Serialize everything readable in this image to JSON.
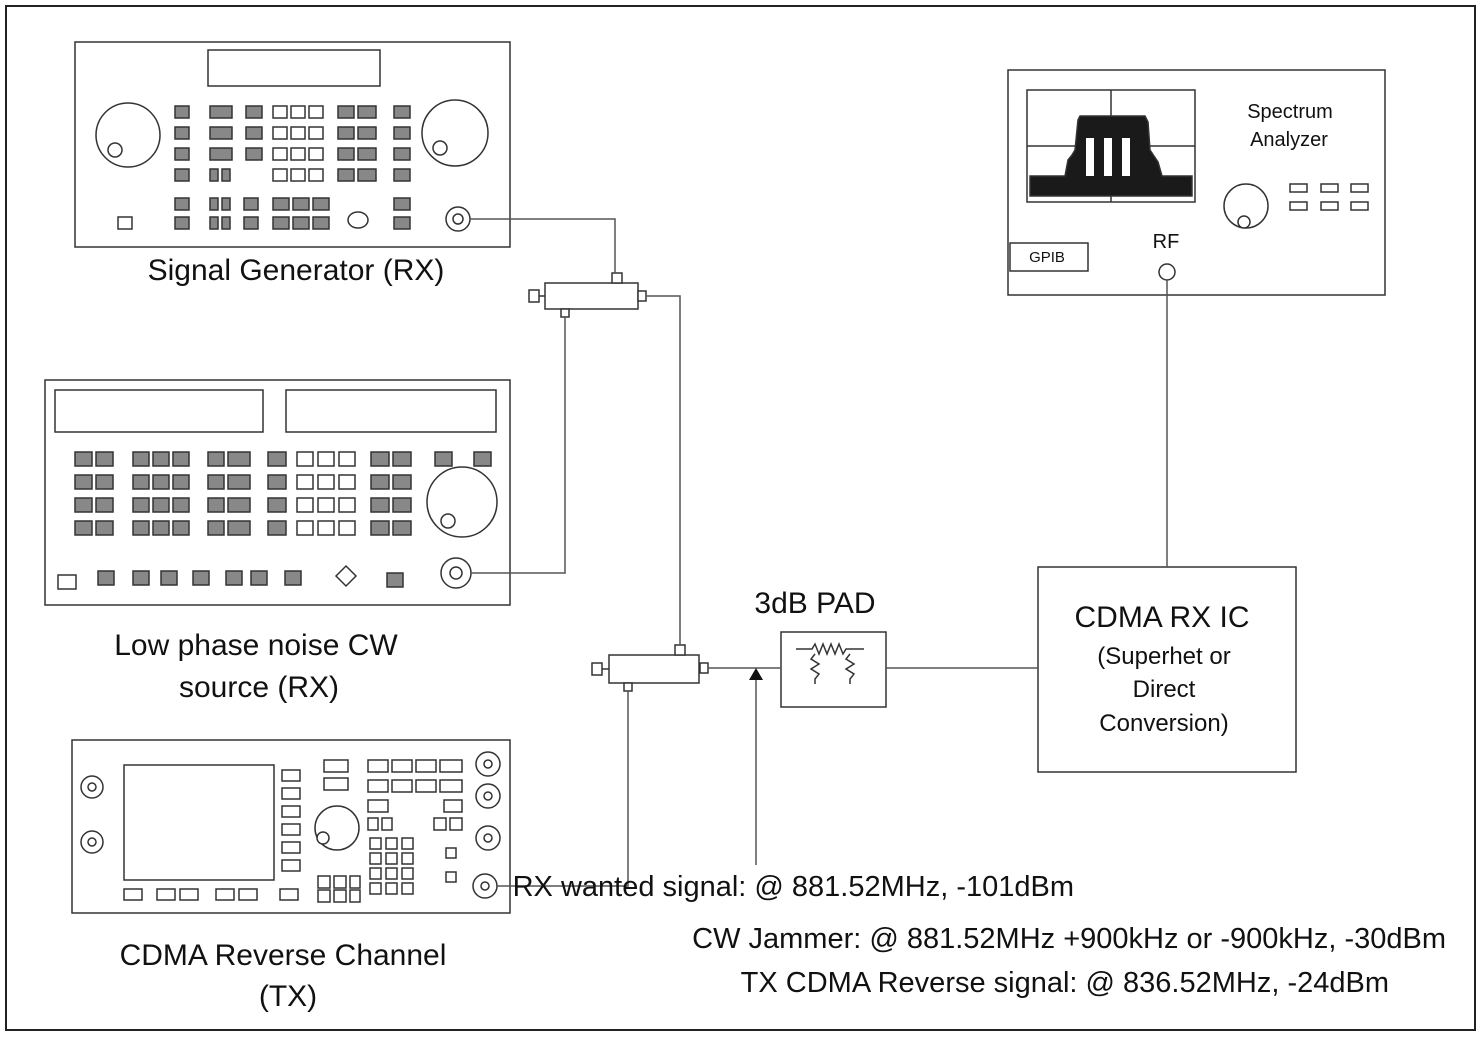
{
  "instruments": {
    "signal_generator": {
      "label": "Signal Generator (RX)"
    },
    "cw_source": {
      "label_line1": "Low phase noise CW",
      "label_line2": "source (RX)"
    },
    "cdma_reverse": {
      "label_line1": "CDMA Reverse Channel",
      "label_line2": "(TX)"
    },
    "spectrum_analyzer": {
      "title_line1": "Spectrum",
      "title_line2": "Analyzer",
      "gpib_label": "GPIB",
      "rf_label": "RF"
    }
  },
  "pad": {
    "label": "3dB PAD"
  },
  "rx_ic": {
    "title": "CDMA RX IC",
    "sub_line1": "(Superhet or",
    "sub_line2": "Direct",
    "sub_line3": "Conversion)"
  },
  "signals": {
    "wanted": "RX wanted signal: @ 881.52MHz, -101dBm",
    "jammer": "CW Jammer: @ 881.52MHz +900kHz or -900kHz, -30dBm",
    "tx_reverse": "TX CDMA Reverse signal: @ 836.52MHz, -24dBm"
  }
}
